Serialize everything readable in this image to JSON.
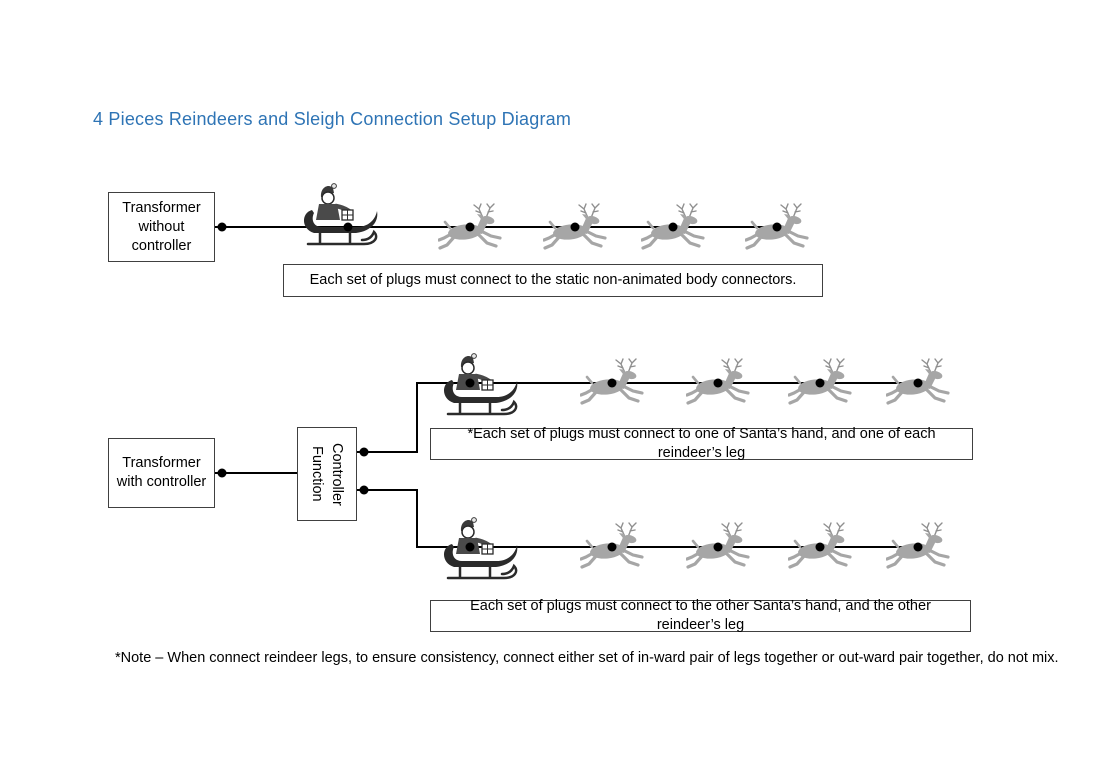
{
  "page": {
    "title": "4 Pieces Reindeers and Sleigh Connection Setup Diagram",
    "background": "#ffffff"
  },
  "colors": {
    "title_accent": "#2E74B5",
    "wire": "#000000",
    "box_border": "#404040",
    "reindeer_gray": "#A6A6A6",
    "sleigh_dark": "#2B2B2B"
  },
  "icons": {
    "sleigh": "santa-sleigh-icon",
    "reindeer": "reindeer-icon",
    "node": "connection-node-dot"
  },
  "diagram_static": {
    "transformer_label": "Transformer without controller",
    "caption": "Each set of plugs must connect to the static non-animated body connectors.",
    "reindeer_count": 4
  },
  "diagram_animated": {
    "transformer_label": "Transformer with controller",
    "controller_line1": "Function",
    "controller_line2": "Controller",
    "caption_top": "*Each set of plugs must connect to one of Santa’s hand, and one of each reindeer’s leg",
    "caption_bottom": "Each set of plugs must connect to the other Santa’s hand, and the other reindeer’s leg",
    "reindeer_count_per_row": 4
  },
  "note": "*Note – When connect reindeer legs, to ensure consistency, connect either set of in-ward pair of legs together or out-ward pair together, do not mix."
}
